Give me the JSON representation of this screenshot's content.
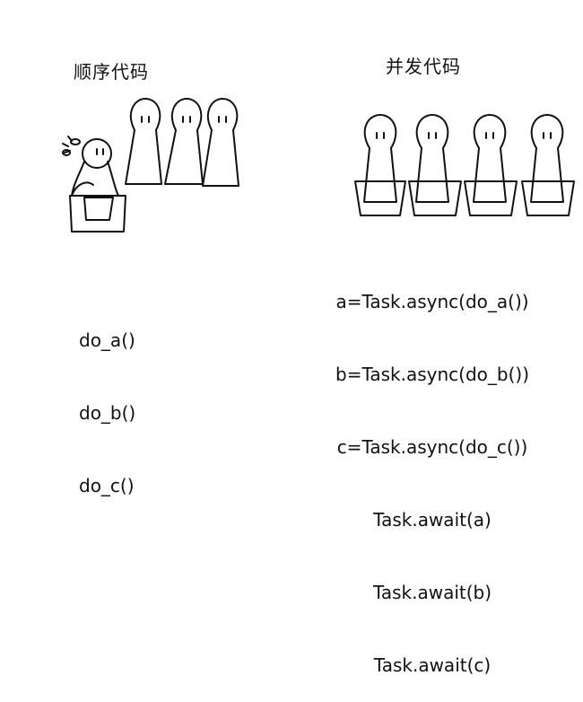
{
  "sequential": {
    "title": "顺序代码",
    "code": [
      "do_a()",
      "do_b()",
      "do_c()"
    ]
  },
  "concurrent": {
    "title": "并发代码",
    "code": [
      "a=Task.async(do_a())",
      "b=Task.async(do_b())",
      "c=Task.async(do_c())",
      "Task.await(a)",
      "Task.await(b)",
      "Task.await(c)"
    ]
  }
}
